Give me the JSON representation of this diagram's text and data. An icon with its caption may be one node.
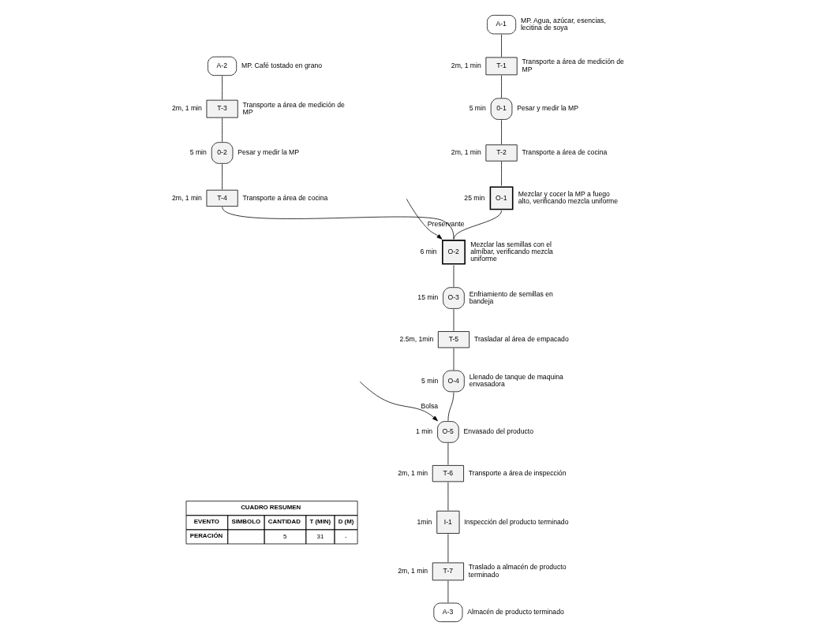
{
  "diagram": {
    "nodes": [
      {
        "text": [
          "A-2"
        ],
        "beside": [
          "MP. Café tostado en grano"
        ]
      },
      {
        "text": [
          "T-3"
        ],
        "beside": [
          "Transporte a área de medición de MP",
          "2m, 1 min"
        ]
      },
      {
        "text": [
          "0-2"
        ],
        "beside": [
          "Pesar y medir la MP",
          "5 min"
        ]
      },
      {
        "text": [
          "T-4"
        ],
        "beside": [
          "Transporte a área de cocina",
          "2m, 1 min"
        ]
      },
      {
        "text": [
          "A-1"
        ],
        "beside": [
          "MP. Agua, azúcar, esencias, lecitina de soya"
        ]
      },
      {
        "text": [
          "T-1"
        ],
        "beside": [
          "Transporte a área de medición de MP",
          "2m, 1 min"
        ]
      },
      {
        "text": [
          "0-1"
        ],
        "beside": [
          "Pesar y medir la MP",
          "5 min"
        ]
      },
      {
        "text": [
          "T-2"
        ],
        "beside": [
          "Transporte a área de cocina",
          "2m, 1 min"
        ]
      },
      {
        "text": [
          "O-1"
        ],
        "beside": [
          "Mezclar y cocer la MP a fuego alto, verificando mezcla uniforme",
          "25 min"
        ]
      },
      {
        "text": [
          "O-2"
        ],
        "beside": [
          "Mezclar las semillas con el almíbar, verificando mezcla uniforme",
          "6 min"
        ]
      },
      {
        "text": [
          "O-3"
        ],
        "beside": [
          "Enfriamiento de semillas en bandeja",
          "15 min"
        ]
      },
      {
        "text": [
          "T-5"
        ],
        "beside": [
          "Trasladar al área de empacado",
          "2.5m, 1min"
        ]
      },
      {
        "text": [
          "O-4"
        ],
        "beside": [
          "Llenado de tanque de maquina envasadora",
          "5 min"
        ]
      },
      {
        "text": [
          "O-5"
        ],
        "beside": [
          "Envasado del producto",
          "1 min"
        ]
      },
      {
        "text": [
          "T-6"
        ],
        "beside": [
          "Transporte a área de inspección",
          "2m, 1 min"
        ]
      },
      {
        "text": [
          "I-1"
        ],
        "beside": [
          "Inspección del producto terminado",
          "1min"
        ]
      },
      {
        "text": [
          "T-7"
        ],
        "beside": [
          "Traslado a almacén de producto terminado",
          "2m, 1 min"
        ]
      },
      {
        "text": [
          "A-3"
        ],
        "beside": [
          "Almacén de producto terminado"
        ]
      }
    ],
    "edges": [
      {
        "from": 0,
        "to": 1,
        "arrow": "none"
      },
      {
        "from": 1,
        "to": 2,
        "arrow": "none"
      },
      {
        "from": 2,
        "to": 3,
        "arrow": "none"
      },
      {
        "from": 3,
        "to": 9,
        "arrow": "none"
      },
      {
        "from": 4,
        "to": 5,
        "arrow": "none"
      },
      {
        "from": 5,
        "to": 6,
        "arrow": "none"
      },
      {
        "from": 6,
        "to": 7,
        "arrow": "none"
      },
      {
        "from": 7,
        "to": 8,
        "arrow": "none"
      },
      {
        "from": 8,
        "to": 9,
        "arrow": "none"
      },
      {
        "from": null,
        "to": 9,
        "arrow": "to",
        "label": "Preservante"
      },
      {
        "from": 9,
        "to": 10,
        "arrow": "none"
      },
      {
        "from": 10,
        "to": 11,
        "arrow": "none"
      },
      {
        "from": 11,
        "to": 12,
        "arrow": "none"
      },
      {
        "from": 12,
        "to": 13,
        "arrow": "none"
      },
      {
        "from": null,
        "to": 13,
        "arrow": "to",
        "label": "Bolsa"
      },
      {
        "from": 13,
        "to": 14,
        "arrow": "none"
      },
      {
        "from": 14,
        "to": 15,
        "arrow": "none"
      },
      {
        "from": 15,
        "to": 16,
        "arrow": "none"
      },
      {
        "from": 16,
        "to": 17,
        "arrow": "none"
      }
    ],
    "labels": [
      "CUADRO RESUMEN",
      "EVENTO",
      "SIMBOLO",
      "CANTIDAD",
      "T (MIN)",
      "D (M)",
      "PERACIÓN",
      "5",
      "31",
      "-"
    ]
  }
}
